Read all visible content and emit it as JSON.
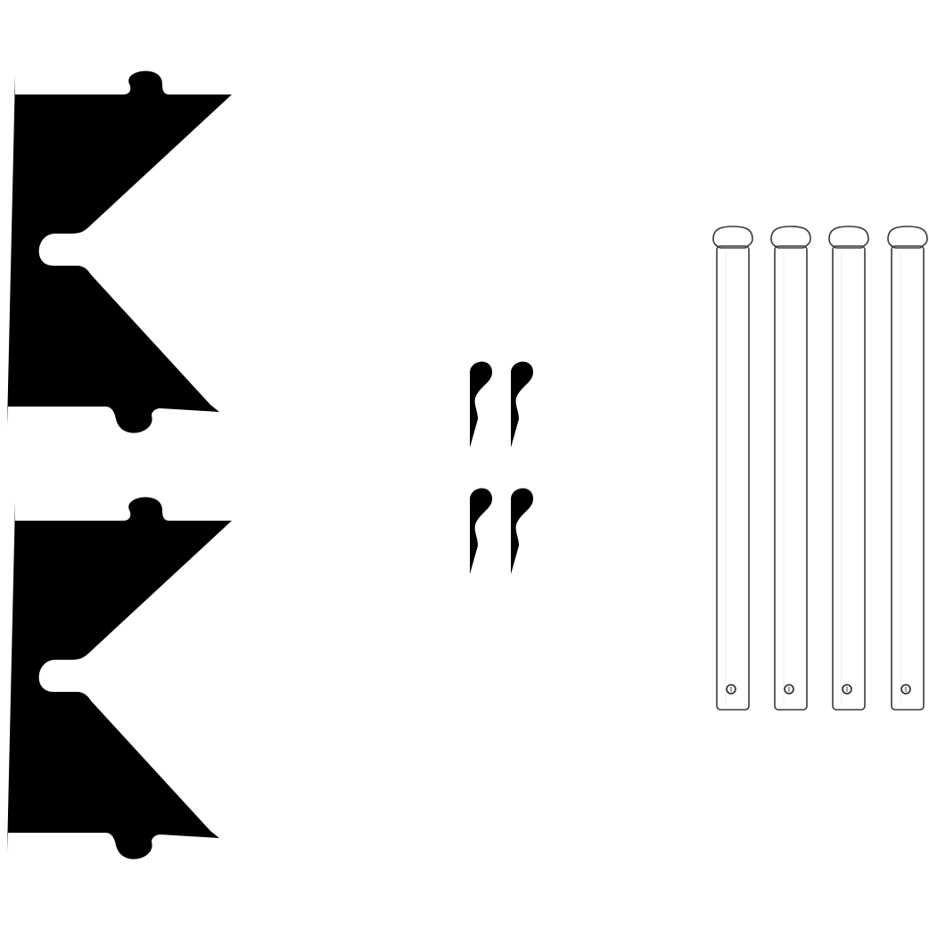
{
  "scene": {
    "background": "#ffffff",
    "components": {
      "anti_rattle_springs": {
        "count": 2,
        "color": "#1c1c1c"
      },
      "r_clips": {
        "count": 4,
        "color": "#8c8c8c"
      },
      "guide_pins": {
        "count": 4,
        "color": "#9a9a9a"
      }
    }
  }
}
